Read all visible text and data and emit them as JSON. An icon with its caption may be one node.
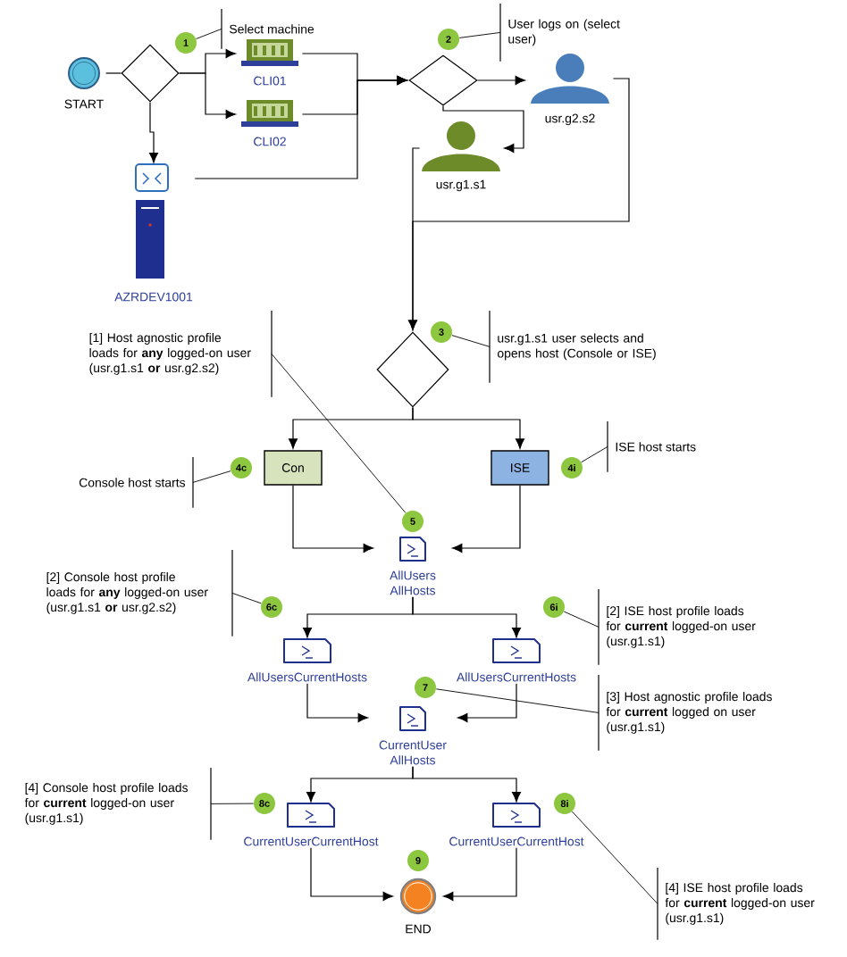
{
  "diagram": {
    "nodes": [
      {
        "text": [
          "START"
        ]
      },
      {
        "text": [],
        "shape": "diamond"
      },
      {
        "text": [
          "CLI01"
        ]
      },
      {
        "text": [
          "CLI02"
        ]
      },
      {
        "text": [
          "AZRDEV1001"
        ]
      },
      {
        "text": [],
        "shape": "diamond"
      },
      {
        "text": [
          "usr.g2.s2"
        ]
      },
      {
        "text": [
          "usr.g1.s1"
        ]
      },
      {
        "text": [],
        "shape": "diamond"
      },
      {
        "text": [
          "Con"
        ]
      },
      {
        "text": [
          "ISE"
        ]
      },
      {
        "text": [
          "AllUsers AllHosts"
        ]
      },
      {
        "text": [
          "AllUsersCurrentHosts"
        ]
      },
      {
        "text": [
          "AllUsersCurrentHosts"
        ]
      },
      {
        "text": [
          "CurrentUser AllHosts"
        ]
      },
      {
        "text": [
          "CurrentUserCurrentHost"
        ]
      },
      {
        "text": [
          "CurrentUserCurrentHost"
        ]
      },
      {
        "text": [
          "END"
        ]
      },
      {
        "text": [
          "1"
        ]
      },
      {
        "text": [
          "2"
        ]
      },
      {
        "text": [
          "3"
        ]
      },
      {
        "text": [
          "4c"
        ]
      },
      {
        "text": [
          "4i"
        ]
      },
      {
        "text": [
          "5"
        ]
      },
      {
        "text": [
          "6c"
        ]
      },
      {
        "text": [
          "6i"
        ]
      },
      {
        "text": [
          "7"
        ]
      },
      {
        "text": [
          "8c"
        ]
      },
      {
        "text": [
          "8i"
        ]
      },
      {
        "text": [
          "9"
        ]
      },
      {
        "text": [
          "Select machine"
        ]
      },
      {
        "text": [
          "User logs on (select user)"
        ]
      },
      {
        "text": [
          "[1] Host agnostic profile loads for **any** logged-on user (usr.g1.s1 **or** usr.g2.s2)"
        ]
      },
      {
        "text": [
          "usr.g1.s1 user selects and opens host (Console or ISE)"
        ]
      },
      {
        "text": [
          "ISE host starts"
        ]
      },
      {
        "text": [
          "Console host starts"
        ]
      },
      {
        "text": [
          "[2] Console host profile loads for **any** logged-on user (usr.g1.s1 **or** usr.g2.s2)"
        ]
      },
      {
        "text": [
          "[2] ISE host profile loads for **current** logged-on user (usr.g1.s1)"
        ]
      },
      {
        "text": [
          "[3] Host agnostic profile loads for **current** logged on user (usr.g1.s1)"
        ]
      },
      {
        "text": [
          "[4] Console host profile loads for **current** logged-on user (usr.g1.s1)"
        ]
      },
      {
        "text": [
          "[4] ISE host profile loads for **current** logged-on user (usr.g1.s1)"
        ]
      }
    ],
    "edges": [
      {
        "from": 0,
        "to": 1,
        "arrow": "none"
      },
      {
        "from": 1,
        "to": 2,
        "arrow": "to"
      },
      {
        "from": 1,
        "to": 3,
        "arrow": "to"
      },
      {
        "from": 1,
        "to": 4,
        "arrow": "to"
      },
      {
        "from": 2,
        "to": 5,
        "arrow": "to"
      },
      {
        "from": 3,
        "to": 5,
        "arrow": "to"
      },
      {
        "from": 4,
        "to": 5,
        "arrow": "to"
      },
      {
        "from": 5,
        "to": 6,
        "arrow": "to"
      },
      {
        "from": 5,
        "to": 7,
        "arrow": "to"
      },
      {
        "from": 6,
        "to": 8,
        "arrow": "to"
      },
      {
        "from": 7,
        "to": 8,
        "arrow": "to"
      },
      {
        "from": 8,
        "to": 9,
        "arrow": "to"
      },
      {
        "from": 8,
        "to": 10,
        "arrow": "to"
      },
      {
        "from": 9,
        "to": 11,
        "arrow": "to"
      },
      {
        "from": 10,
        "to": 11,
        "arrow": "to"
      },
      {
        "from": 11,
        "to": 12,
        "arrow": "to"
      },
      {
        "from": 11,
        "to": 13,
        "arrow": "to"
      },
      {
        "from": 12,
        "to": 14,
        "arrow": "to"
      },
      {
        "from": 13,
        "to": 14,
        "arrow": "to"
      },
      {
        "from": 14,
        "to": 15,
        "arrow": "to"
      },
      {
        "from": 14,
        "to": 16,
        "arrow": "to"
      },
      {
        "from": 15,
        "to": 17,
        "arrow": "to"
      },
      {
        "from": 16,
        "to": 17,
        "arrow": "to"
      },
      {
        "from": 30,
        "to": 18,
        "arrow": "none"
      },
      {
        "from": 31,
        "to": 19,
        "arrow": "none"
      },
      {
        "from": 32,
        "to": 23,
        "arrow": "none"
      },
      {
        "from": 33,
        "to": 20,
        "arrow": "none"
      },
      {
        "from": 34,
        "to": 22,
        "arrow": "none"
      },
      {
        "from": 35,
        "to": 21,
        "arrow": "none"
      },
      {
        "from": 36,
        "to": 24,
        "arrow": "none"
      },
      {
        "from": 37,
        "to": 25,
        "arrow": "none"
      },
      {
        "from": 38,
        "to": 26,
        "arrow": "none"
      },
      {
        "from": 39,
        "to": 27,
        "arrow": "none"
      },
      {
        "from": 40,
        "to": 28,
        "arrow": "none"
      }
    ]
  }
}
